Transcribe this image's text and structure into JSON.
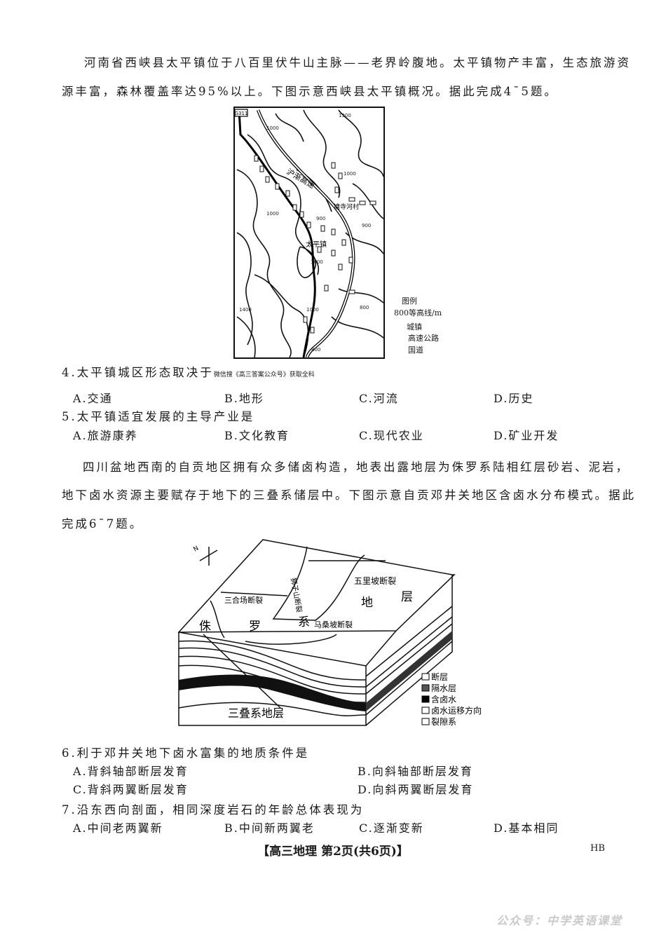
{
  "passage1": {
    "line1": "河南省西峡县太平镇位于八百里伏牛山主脉——老界岭腹地。太平镇物产丰富，生态旅游资",
    "line2": "源丰富，森林覆盖率达95%以上。下图示意西峡县太平镇概况。据此完成4¯5题。"
  },
  "map": {
    "route_shield": "G311",
    "highway_label": "沪渐高速",
    "village_label": "塘寺河村",
    "town_label": "太平镇",
    "contours": [
      "1300",
      "1000",
      "1000",
      "1000",
      "900",
      "900",
      "1000",
      "1000",
      "1400",
      "800",
      "800"
    ],
    "legend": {
      "title": "图例",
      "contour": "800等高线/m",
      "town": "城镇",
      "highway": "高速公路",
      "national_road": "国道"
    }
  },
  "q4": {
    "stem": "4.太平镇城区形态取决于",
    "note": "微信搜《高三答案公众号》获取全科",
    "options": [
      "A.交通",
      "B.地形",
      "C.河流",
      "D.历史"
    ]
  },
  "q5": {
    "stem": "5.太平镇适宜发展的主导产业是",
    "options": [
      "A.旅游康养",
      "B.文化教育",
      "C.现代农业",
      "D.矿业开发"
    ]
  },
  "passage2": {
    "line1": "四川盆地西南的自贡地区拥有众多储卤构造，地表出露地层为侏罗系陆相红层砂岩、泥岩，",
    "line2": "地下卤水资源主要赋存于地下的三叠系储层中。下图示意自贡邓井关地区含卤水分布模式。据此",
    "line3": "完成6¯7题。"
  },
  "block": {
    "north": "N",
    "faults": [
      "五里坡断裂",
      "三合场断裂",
      "狮子山断裂",
      "马桑坡断裂"
    ],
    "surface": [
      "侏",
      "罗",
      "系",
      "地",
      "层"
    ],
    "bottom": "三叠系地层",
    "legend": [
      "断层",
      "隔水层",
      "含卤水",
      "卤水运移方向",
      "裂隙系"
    ]
  },
  "q6": {
    "stem": "6.利于邓井关地下卤水富集的地质条件是",
    "options": [
      "A.背斜轴部断层发育",
      "B.向斜轴部断层发育",
      "C.背斜两翼断层发育",
      "D.向斜两翼断层发育"
    ]
  },
  "q7": {
    "stem": "7.沿东西向剖面，相同深度岩石的年龄总体表现为",
    "options": [
      "A.中间老两翼新",
      "B.中间新两翼老",
      "C.逐渐变新",
      "D.基本相同"
    ]
  },
  "footer": {
    "page": "【高三地理 第2页(共6页)】",
    "code": "HB"
  },
  "watermark": "公众号：中学英语课堂"
}
